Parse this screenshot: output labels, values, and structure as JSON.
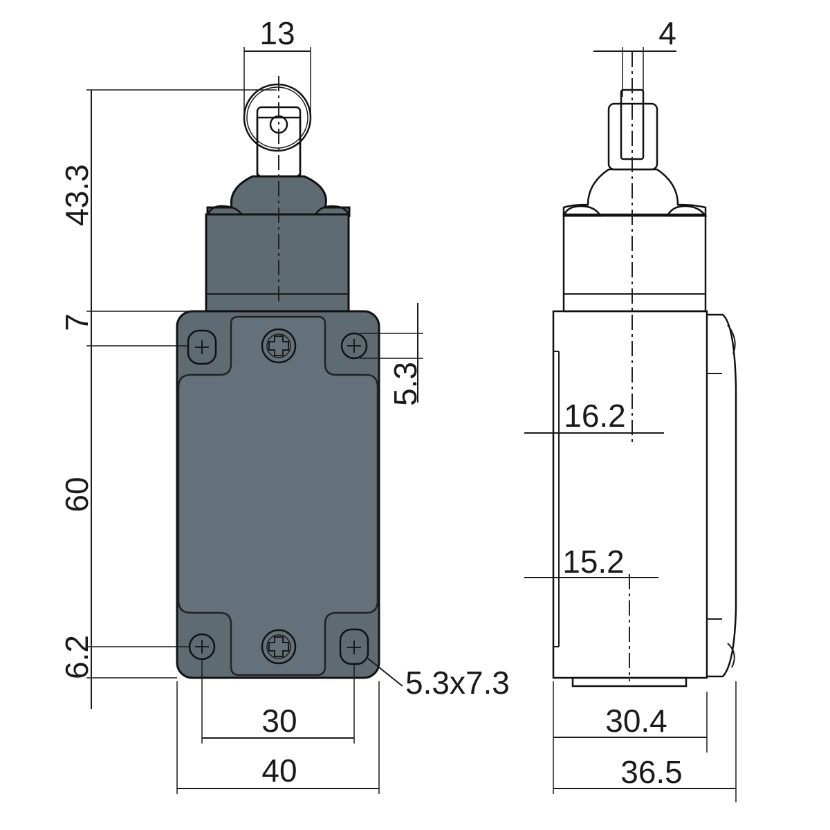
{
  "front_view": {
    "dims": {
      "actuator_width": "13",
      "actuator_height": "43.3",
      "top_offset": "7",
      "hole_dia_top": "5.3",
      "body_height": "60",
      "bottom_offset": "6.2",
      "slot_size": "5.3x7.3",
      "hole_spacing": "30",
      "body_width": "40"
    },
    "colors": {
      "body": "#5f6b73",
      "panel": "#65717a",
      "outline": "#111111"
    }
  },
  "side_view": {
    "dims": {
      "roller_width": "4",
      "upper_offset": "16.2",
      "lower_offset": "15.2",
      "depth_inner": "30.4",
      "depth_total": "36.5"
    },
    "colors": {
      "fill": "#ffffff",
      "outline": "#111111"
    }
  }
}
